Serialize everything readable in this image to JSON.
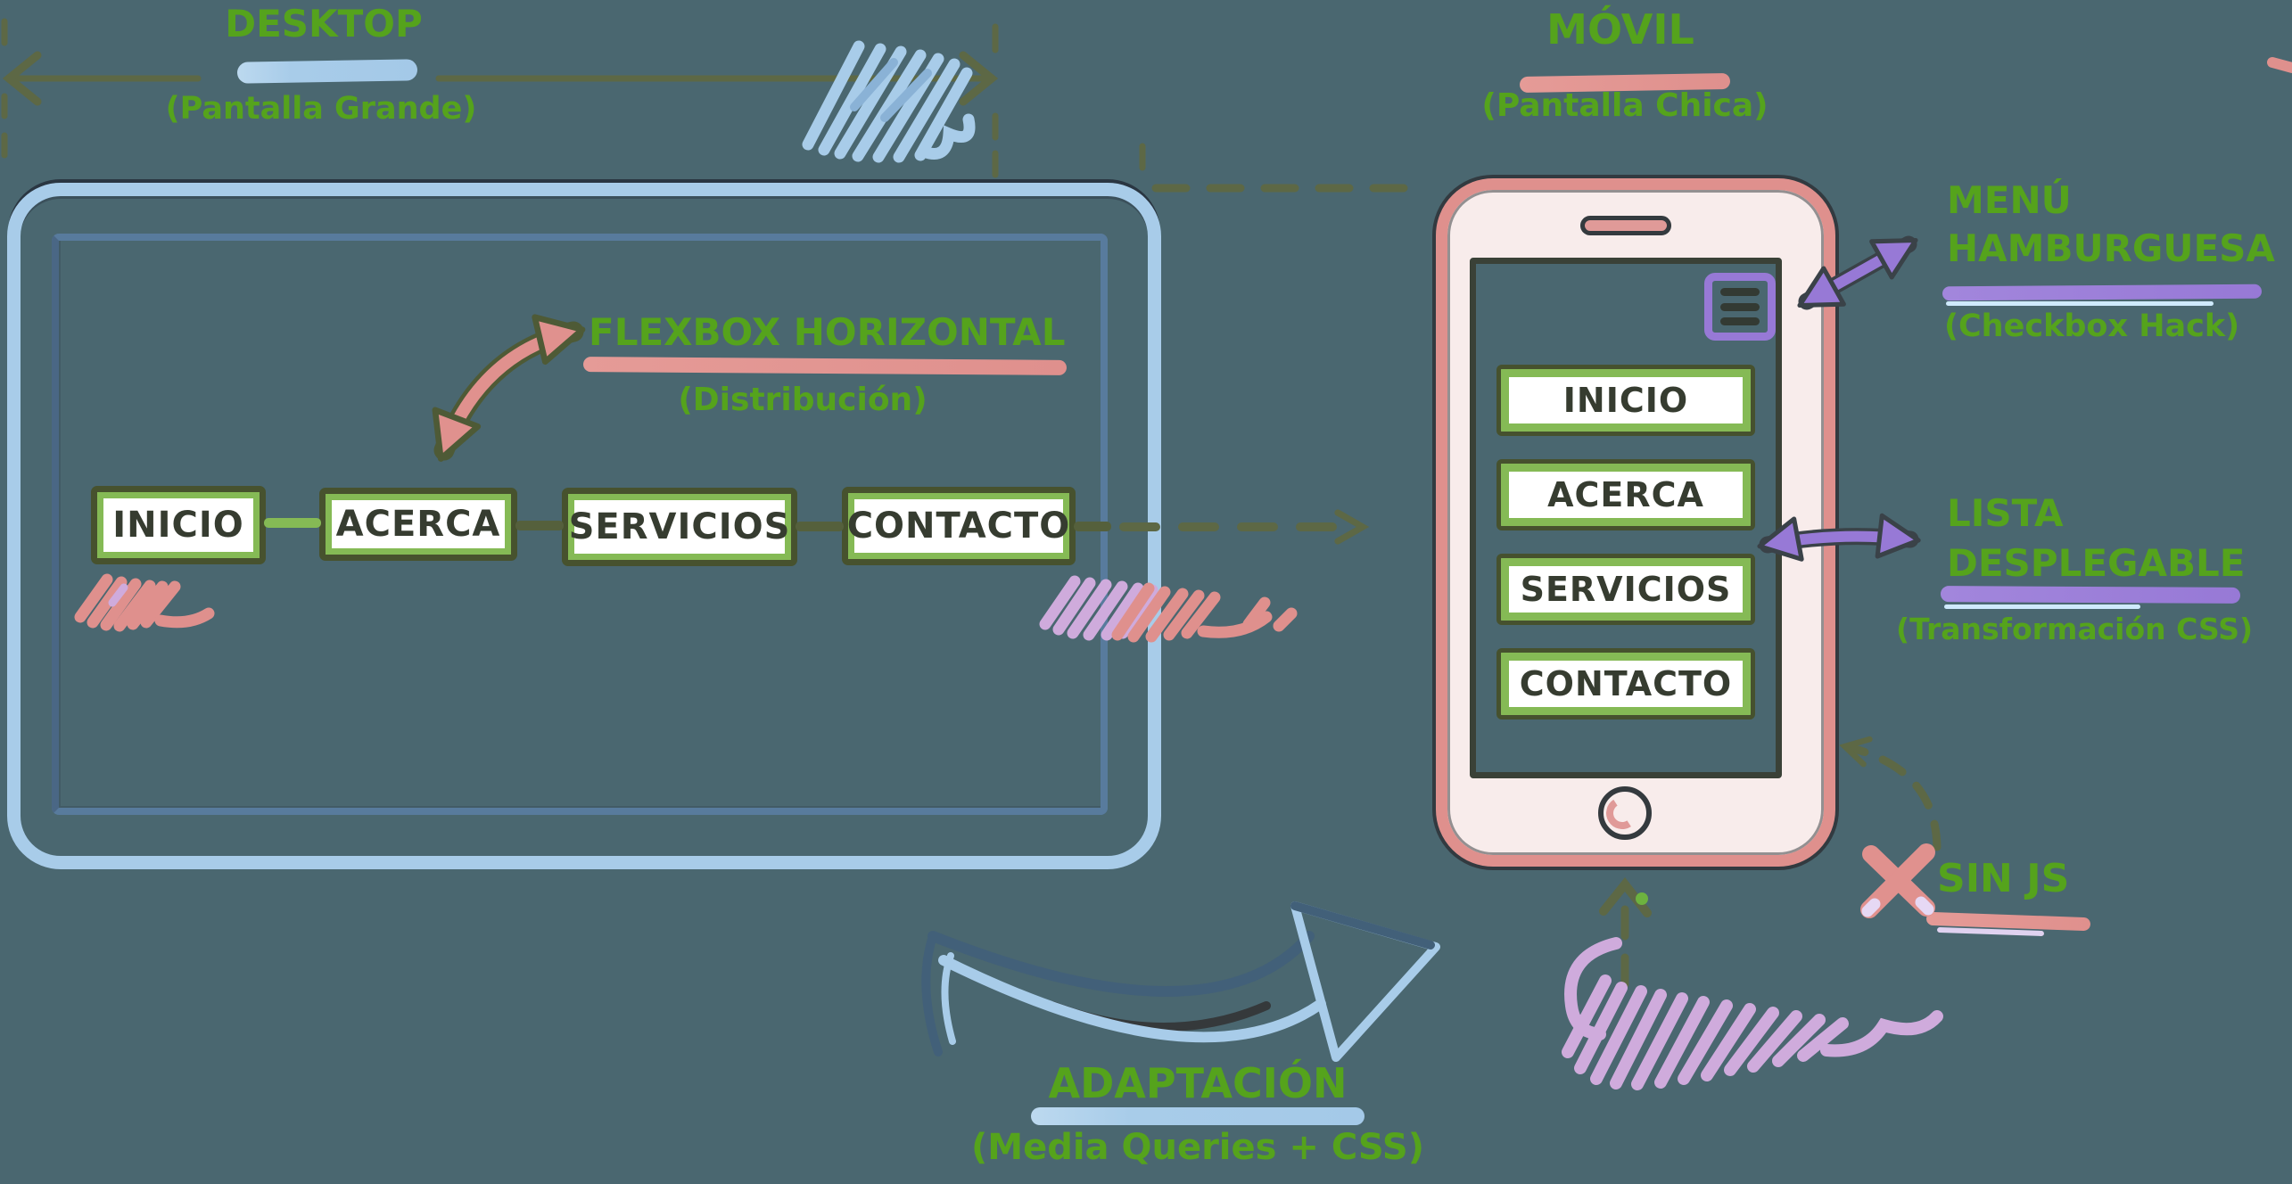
{
  "desktop": {
    "title": "DESKTOP",
    "subtitle": "(Pantalla Grande)",
    "nav": [
      "INICIO",
      "ACERCA",
      "SERVICIOS",
      "CONTACTO"
    ]
  },
  "flexbox": {
    "title": "FLEXBOX HORIZONTAL",
    "subtitle": "(Distribución)"
  },
  "mobile": {
    "title": "MÓVIL",
    "subtitle": "(Pantalla Chica)",
    "nav": [
      "INICIO",
      "ACERCA",
      "SERVICIOS",
      "CONTACTO"
    ]
  },
  "hamburger": {
    "title_line1": "MENÚ",
    "title_line2": "HAMBURGUESA",
    "subtitle": "(Checkbox Hack)"
  },
  "dropdown": {
    "title_line1": "LISTA",
    "title_line2": "DESPLEGABLE",
    "subtitle": "(Transformación CSS)"
  },
  "no_js": {
    "label": "SIN JS"
  },
  "adaptation": {
    "title": "ADAPTACIÓN",
    "subtitle": "(Media Queries + CSS)"
  },
  "colors": {
    "background": "#4a6770",
    "green_text": "#55a31c",
    "sketch_blue": "#a8cce9",
    "steel_blue": "#587b9d",
    "salmon": "#df908d",
    "purple": "#9779d6",
    "lavender": "#cfabdc",
    "olive": "#5d6845",
    "button_green": "#85ba55",
    "button_border": "#47522e",
    "ink": "#363c30",
    "phone_body_fill": "#f8eceb"
  }
}
